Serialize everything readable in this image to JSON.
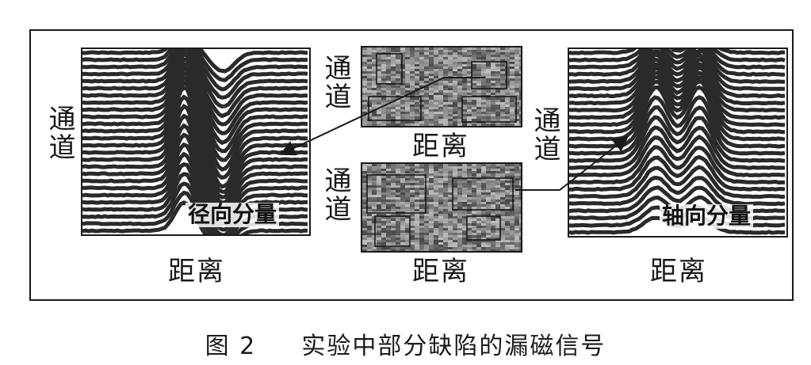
{
  "panels": {
    "radial": {
      "ylabel": "通道",
      "xlabel": "距离",
      "component_label": "径向分量"
    },
    "center_top": {
      "ylabel": "通道",
      "xlabel": "距离"
    },
    "center_bottom": {
      "ylabel": "通道",
      "xlabel": "距离"
    },
    "axial": {
      "ylabel": "通道",
      "xlabel": "距离",
      "component_label": "轴向分量"
    }
  },
  "caption": {
    "figure_number": "图 2",
    "title": "实验中部分缺陷的漏磁信号"
  },
  "colors": {
    "ink": "#1a1a1a",
    "gray_bg": "#6b6b6b"
  }
}
